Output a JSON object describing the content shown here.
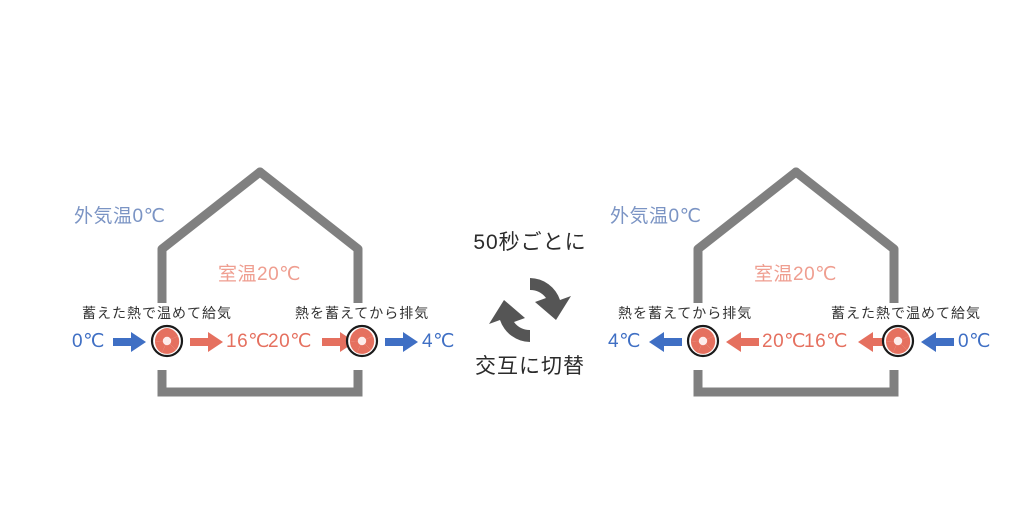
{
  "diagram": {
    "title_center_top": "50秒ごとに",
    "title_center_bottom": "交互に切替",
    "swap_icon": "cycle-swap-icon",
    "colors": {
      "house_outline": "#808080",
      "outdoor_label": "#7b94c4",
      "room_label": "#ef9e90",
      "cold_blue": "#3f6fc4",
      "warm_red": "#e5705f",
      "fan_red": "#e5705f",
      "center_icon": "#555555",
      "caption": "#333333",
      "background": "#ffffff"
    }
  },
  "left_house": {
    "outdoor_temp_label": "外気温0℃",
    "room_temp_label": "室温20℃",
    "supply": {
      "caption": "蓄えた熱で温めて給気",
      "icon": "fan-icon",
      "inlet_temp": "0℃",
      "outlet_temp": "16℃",
      "inlet_arrow": "arrow-right-blue-icon",
      "outlet_arrow": "arrow-right-red-icon"
    },
    "exhaust": {
      "caption": "熱を蓄えてから排気",
      "icon": "fan-icon",
      "inlet_temp": "20℃",
      "outlet_temp": "4℃",
      "inlet_arrow": "arrow-right-red-icon",
      "outlet_arrow": "arrow-right-blue-icon"
    }
  },
  "right_house": {
    "outdoor_temp_label": "外気温0℃",
    "room_temp_label": "室温20℃",
    "exhaust": {
      "caption": "熱を蓄えてから排気",
      "icon": "fan-icon",
      "inlet_temp": "20℃",
      "outlet_temp": "4℃",
      "inlet_arrow": "arrow-left-red-icon",
      "outlet_arrow": "arrow-left-blue-icon"
    },
    "supply": {
      "caption": "蓄えた熱で温めて給気",
      "icon": "fan-icon",
      "inlet_temp": "0℃",
      "outlet_temp": "16℃",
      "inlet_arrow": "arrow-left-blue-icon",
      "outlet_arrow": "arrow-left-red-icon"
    }
  }
}
